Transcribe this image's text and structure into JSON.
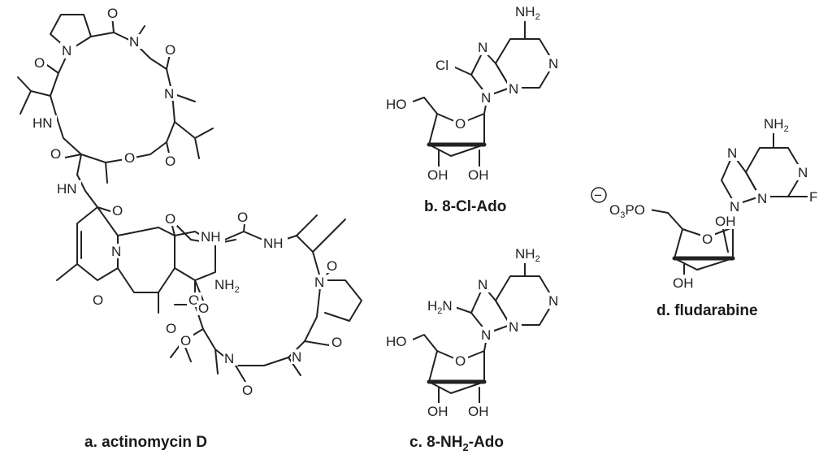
{
  "captions": {
    "a": "a. actinomycin D",
    "b": "b. 8-Cl-Ado",
    "c_pre": "c. 8-NH",
    "c_sub": "2",
    "c_post": "-Ado",
    "d": "d. fludarabine"
  },
  "atoms": {
    "N": "N",
    "O": "O",
    "NH": "NH",
    "HN": "HN",
    "HO": "HO",
    "OH": "OH",
    "Cl": "Cl",
    "F": "F",
    "NH2_main": "NH",
    "sub2": "2",
    "H2N_pre": "H",
    "H2N_post": "N",
    "O3PO_pre": "O",
    "sub3": "3",
    "O3PO_post": "PO",
    "minus": "−"
  }
}
